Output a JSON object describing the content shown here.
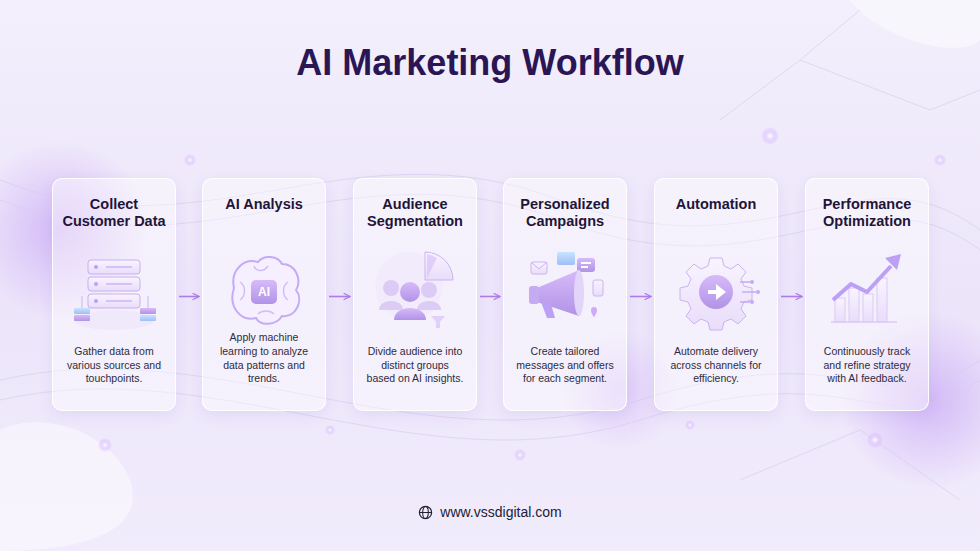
{
  "diagram": {
    "title": "AI Marketing Workflow",
    "nodes": [
      {
        "text": [
          "Collect Customer Data",
          "Gather data from various sources and touchpoints."
        ]
      },
      {
        "text": [
          "AI Analysis",
          "Apply machine learning to analyze data patterns and trends."
        ]
      },
      {
        "text": [
          "Audience Segmentation",
          "Divide audience into distinct groups based on AI insights."
        ]
      },
      {
        "text": [
          "Personalized Campaigns",
          "Create tailored messages and offers for each segment."
        ]
      },
      {
        "text": [
          "Automation",
          "Automate delivery across channels for efficiency."
        ]
      },
      {
        "text": [
          "Performance Optimization",
          "Continuously track and refine strategy with AI feedback."
        ]
      }
    ],
    "edges": [
      {
        "from": 0,
        "to": 1,
        "arrow": "to"
      },
      {
        "from": 1,
        "to": 2,
        "arrow": "to"
      },
      {
        "from": 2,
        "to": 3,
        "arrow": "to"
      },
      {
        "from": 3,
        "to": 4,
        "arrow": "to"
      },
      {
        "from": 4,
        "to": 5,
        "arrow": "to"
      }
    ],
    "labels": [
      "AI",
      "www.vssdigital.com"
    ]
  }
}
